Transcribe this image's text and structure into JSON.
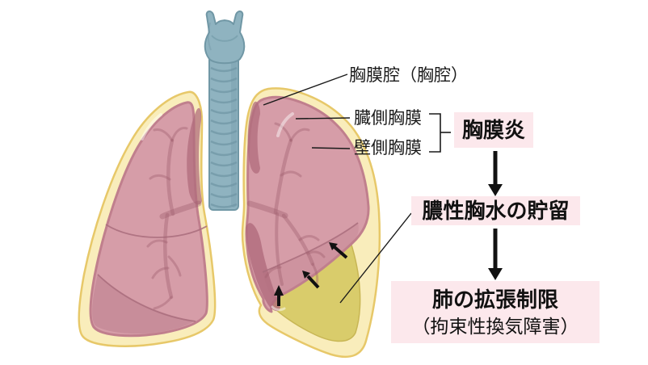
{
  "labels": {
    "pleural_cavity": "胸膜腔（胸腔）",
    "visceral_pleura": "臓側胸膜",
    "parietal_pleura": "壁側胸膜"
  },
  "flowchart": {
    "pleurisy": "胸膜炎",
    "effusion": "膿性胸水の貯留",
    "restriction": {
      "line1": "肺の拡張制限",
      "line2": "（拘束性換気障害）"
    }
  },
  "colors": {
    "highlight_pink": "#fce8ec",
    "lung_pink": "#d69da8",
    "lung_edge_pink": "#c07f8d",
    "lung_shadow_pink": "#b06c7c",
    "pleura_yellow": "#f9edbb",
    "pleura_border_yellow": "#e7c869",
    "effusion_yellow": "#d9cc6b",
    "trachea_blue": "#8fb3c0",
    "trachea_shade_blue": "#7097a5",
    "line_black": "#1a1a1a"
  }
}
